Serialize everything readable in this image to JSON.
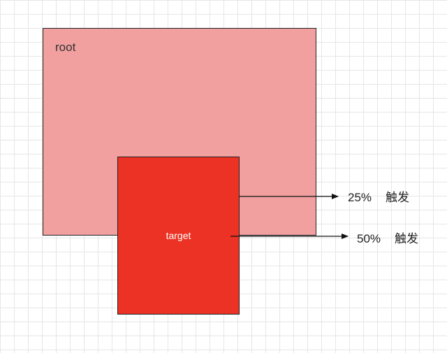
{
  "root": {
    "label": "root",
    "fill": "#f1a09f"
  },
  "target": {
    "label": "target",
    "fill": "#ec3224"
  },
  "thresholds": [
    {
      "percent": "25%",
      "action": "触发"
    },
    {
      "percent": "50%",
      "action": "触发"
    }
  ],
  "colors": {
    "border": "#222222",
    "arrow": "#111111",
    "grid": "#e6e6e6"
  }
}
